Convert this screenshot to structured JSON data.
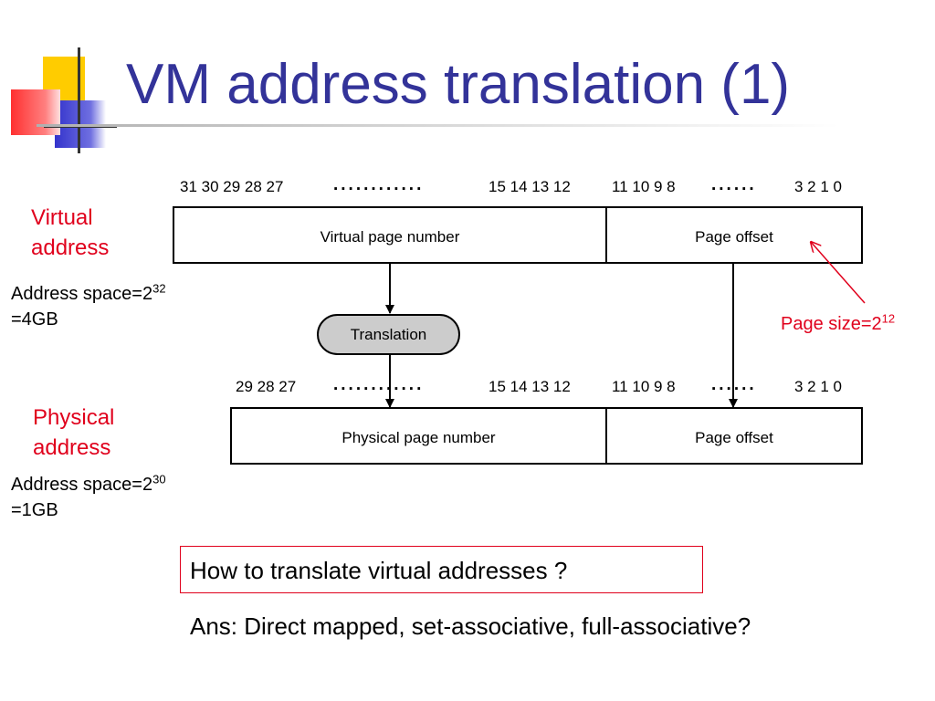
{
  "title": "VM address translation (1)",
  "virtual": {
    "label_line1": "Virtual",
    "label_line2": "address",
    "bits_high": "31 30 29 28 27",
    "dots_left": "............",
    "bits_mid": "15 14 13 12",
    "bits_offset_high": "11 10 9 8",
    "dots_right": "......",
    "bits_low": "3 2 1 0",
    "page_number_label": "Virtual page number",
    "offset_label": "Page offset",
    "space_prefix": "Address space=2",
    "space_exp": "32",
    "space_size": "=4GB"
  },
  "translation_label": "Translation",
  "page_size": {
    "prefix": "Page size=2",
    "exp": "12"
  },
  "physical": {
    "label_line1": "Physical",
    "label_line2": "address",
    "bits_high": "29 28 27",
    "dots_left": "............",
    "bits_mid": "15 14 13 12",
    "bits_offset_high": "11 10 9 8",
    "dots_right": "......",
    "bits_low": "3 2 1 0",
    "page_number_label": "Physical page number",
    "offset_label": "Page offset",
    "space_prefix": "Address space=2",
    "space_exp": "30",
    "space_size": "=1GB"
  },
  "question": "How to translate virtual addresses ?",
  "answer": "Ans: Direct mapped, set-associative, full-associative?",
  "colors": {
    "title": "#333399",
    "accent_red": "#e0001c",
    "deco_yellow": "#ffcc00",
    "deco_blue": "#3333cc",
    "translation_fill": "#cccccc"
  }
}
